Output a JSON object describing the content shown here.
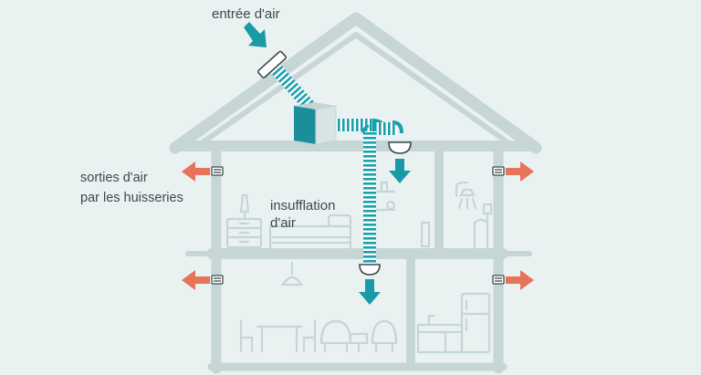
{
  "labels": {
    "air_inlet": "entrée d'air",
    "air_outlets_line1": "sorties d'air",
    "air_outlets_line2": "par les huisseries",
    "insufflation_line1": "insufflation",
    "insufflation_line2": "d'air"
  },
  "colors": {
    "background": "#e9f2f1",
    "house": "#c6d5d5",
    "duct": "#1aa0ad",
    "inlet_arrow": "#1a9aa6",
    "outlet_arrow": "#e8735b",
    "text": "#3d4a4a"
  },
  "icons": [
    "air-inlet-arrow-icon",
    "ventilation-unit-icon",
    "air-diffuser-icon",
    "air-outlet-arrow-icon",
    "sink-icon",
    "shower-icon",
    "fridge-icon",
    "bed-icon",
    "dresser-icon",
    "lamp-icon",
    "table-icon",
    "chair-icon",
    "armchair-icon"
  ]
}
